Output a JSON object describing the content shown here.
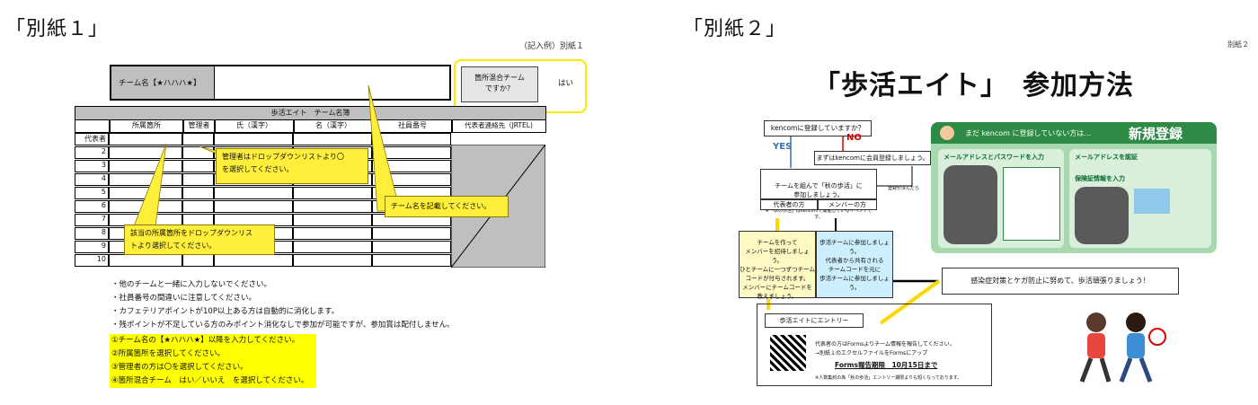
{
  "left": {
    "heading": "「別紙１」",
    "sample_label": "（記入例）別紙１",
    "team_name_label": "チーム名【★ハハハ★】",
    "mixed_callout": "箇所混合チーム\nですか？",
    "mixed_answer": "はい",
    "table_title": "歩活エイト　チーム名簿",
    "columns": [
      "所属箇所",
      "管理者",
      "氏（漢字）",
      "名（漢字）",
      "社員番号",
      "代表者連絡先（JRTEL)"
    ],
    "row_labels": [
      "代表者",
      "2",
      "3",
      "4",
      "5",
      "6",
      "7",
      "8",
      "9",
      "10"
    ],
    "callout_manager": "管理者はドロップダウンリストより〇\nを選択してください。",
    "callout_team": "チーム名を記載してください。",
    "callout_office": "該当の所属箇所をドロップダウンリス\nトより選択してください。",
    "notes": [
      "・他のチームと一緒に入力しないでください。",
      "・社員番号の間違いに注意してください。",
      "・カフェテリアポイントが10P以上ある方は自動的に消化します。",
      "・残ポイントが不足している方のみポイント消化なしで参加が可能ですが、参加賞は配付しません。"
    ],
    "steps": [
      "①チーム名の【★ハハハ★】以降を入力してください。",
      "②所属箇所を選択してください。",
      "③管理者の方は〇を選択してください。",
      "④箇所混合チーム　はい／いいえ　を選択してください。"
    ]
  },
  "right": {
    "heading": "「別紙２」",
    "sheet_label": "別紙２",
    "title": "「歩活エイト」　参加方法",
    "q_registered": "kencomに登録していますか？",
    "yes": "YES",
    "no": "NO",
    "register_first": "まずはkencomに会員登録しましょう。",
    "form_team": "チームを組んで「秋の歩活」に\n参加しましょう。",
    "form_team_note": "※「秋の歩活」はkencomで開催しているイベントです。",
    "after_reg": "登録が済んだら",
    "rep_label": "代表者の方",
    "member_label": "メンバーの方",
    "rep_box": "チームを作って\nメンバーを招待しましょう。\nひとチームに一つずつチーム\nコードが付与されます。\nメンバーにチームコードを\n教えましょう。",
    "member_box": "歩活チームに参加しましょう。\n代表者から共有される\nチームコードを元に\n歩活チームに参加しましょう。",
    "safety": "感染症対策とケガ防止に努めて、歩活頑張りましょう！",
    "entry": "歩活エイトにエントリー",
    "entry_line1": "代表者の方はFormsよりチーム情報を報告してください。",
    "entry_line2": "→別紙１のエクセルファイルをFormsにアップ",
    "deadline": "Forms報告期限　10月15日まで",
    "entry_note": "※人数集約の為「秋の歩活」エントリー期限よりも短くなっております。",
    "panel_head": "まだ kencom に登録していない方は…",
    "panel_title": "新規登録",
    "step1": "メールアドレスとパスワードを入力",
    "step2": "メールアドレスを認証",
    "step3": "保険証情報を入力"
  }
}
